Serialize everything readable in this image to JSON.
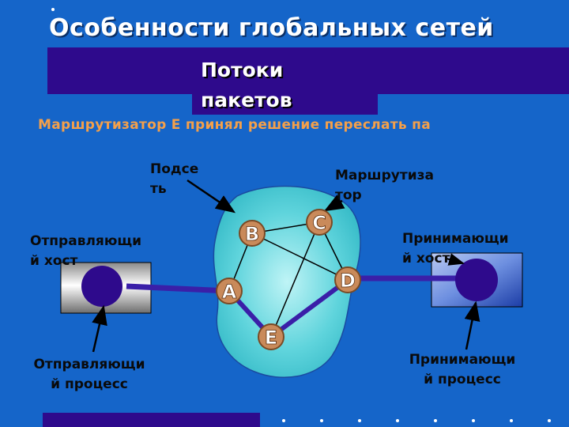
{
  "slide": {
    "title": "Особенности глобальных сетей",
    "subtitle_line1": "Потоки",
    "subtitle_line2": "пакетов",
    "statement": "Маршрутизатор E принял решение переслать па"
  },
  "labels": {
    "subnet_line1": "Подсе",
    "subnet_line2": "ть",
    "router_line1": "Маршрутиза",
    "router_line2": "тор",
    "sending_host_line1": "Отправляющи",
    "sending_host_line2": "й хост",
    "receiving_host_line1": "Принимающи",
    "receiving_host_line2": "й хост",
    "sending_process_line1": "Отправляющи",
    "sending_process_line2": "й процесс",
    "receiving_process_line1": "Принимающи",
    "receiving_process_line2": "й процесс"
  },
  "routers": {
    "a": "A",
    "b": "B",
    "c": "C",
    "d": "D",
    "e": "E"
  },
  "colors": {
    "background": "#1565c9",
    "dark_band": "#2e0a8c",
    "statement_text": "#f4a04a",
    "cloud": "#5fd4dc",
    "router_fill": "#c98a5a",
    "path": "#3a1fa8"
  }
}
